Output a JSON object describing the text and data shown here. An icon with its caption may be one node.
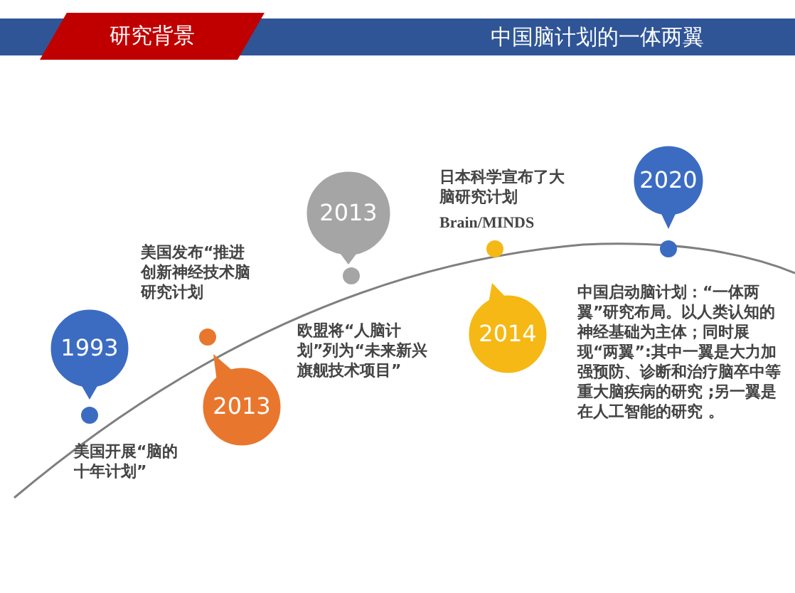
{
  "diagram": {
    "title": "中国脑计划的一体两翼",
    "nodes": [
      {
        "text": [
          "1993"
        ]
      },
      {
        "text": [
          "2013"
        ]
      },
      {
        "text": [
          "2013"
        ]
      },
      {
        "text": [
          "2014"
        ]
      },
      {
        "text": [
          "2020"
        ]
      }
    ],
    "labels": [
      "研究背景",
      "美国发布“推进创新神经技术脑研究计划",
      "日本科学宣布了大脑研究计划",
      "Brain/MINDS",
      "欧盟将“人脑计划”列为“未来新兴旗舰技术项目”",
      "中国启动脑计划：“一体两翼”研究布局。以人类认知的神经基础为主体；同时展现“两翼”:其中一翼是大力加强预防、诊断和治疗脑卒中等重大脑疾病的研究 ;另一翼是在人工智能的研究 。",
      "美国开展“脑的十年计划”"
    ]
  }
}
